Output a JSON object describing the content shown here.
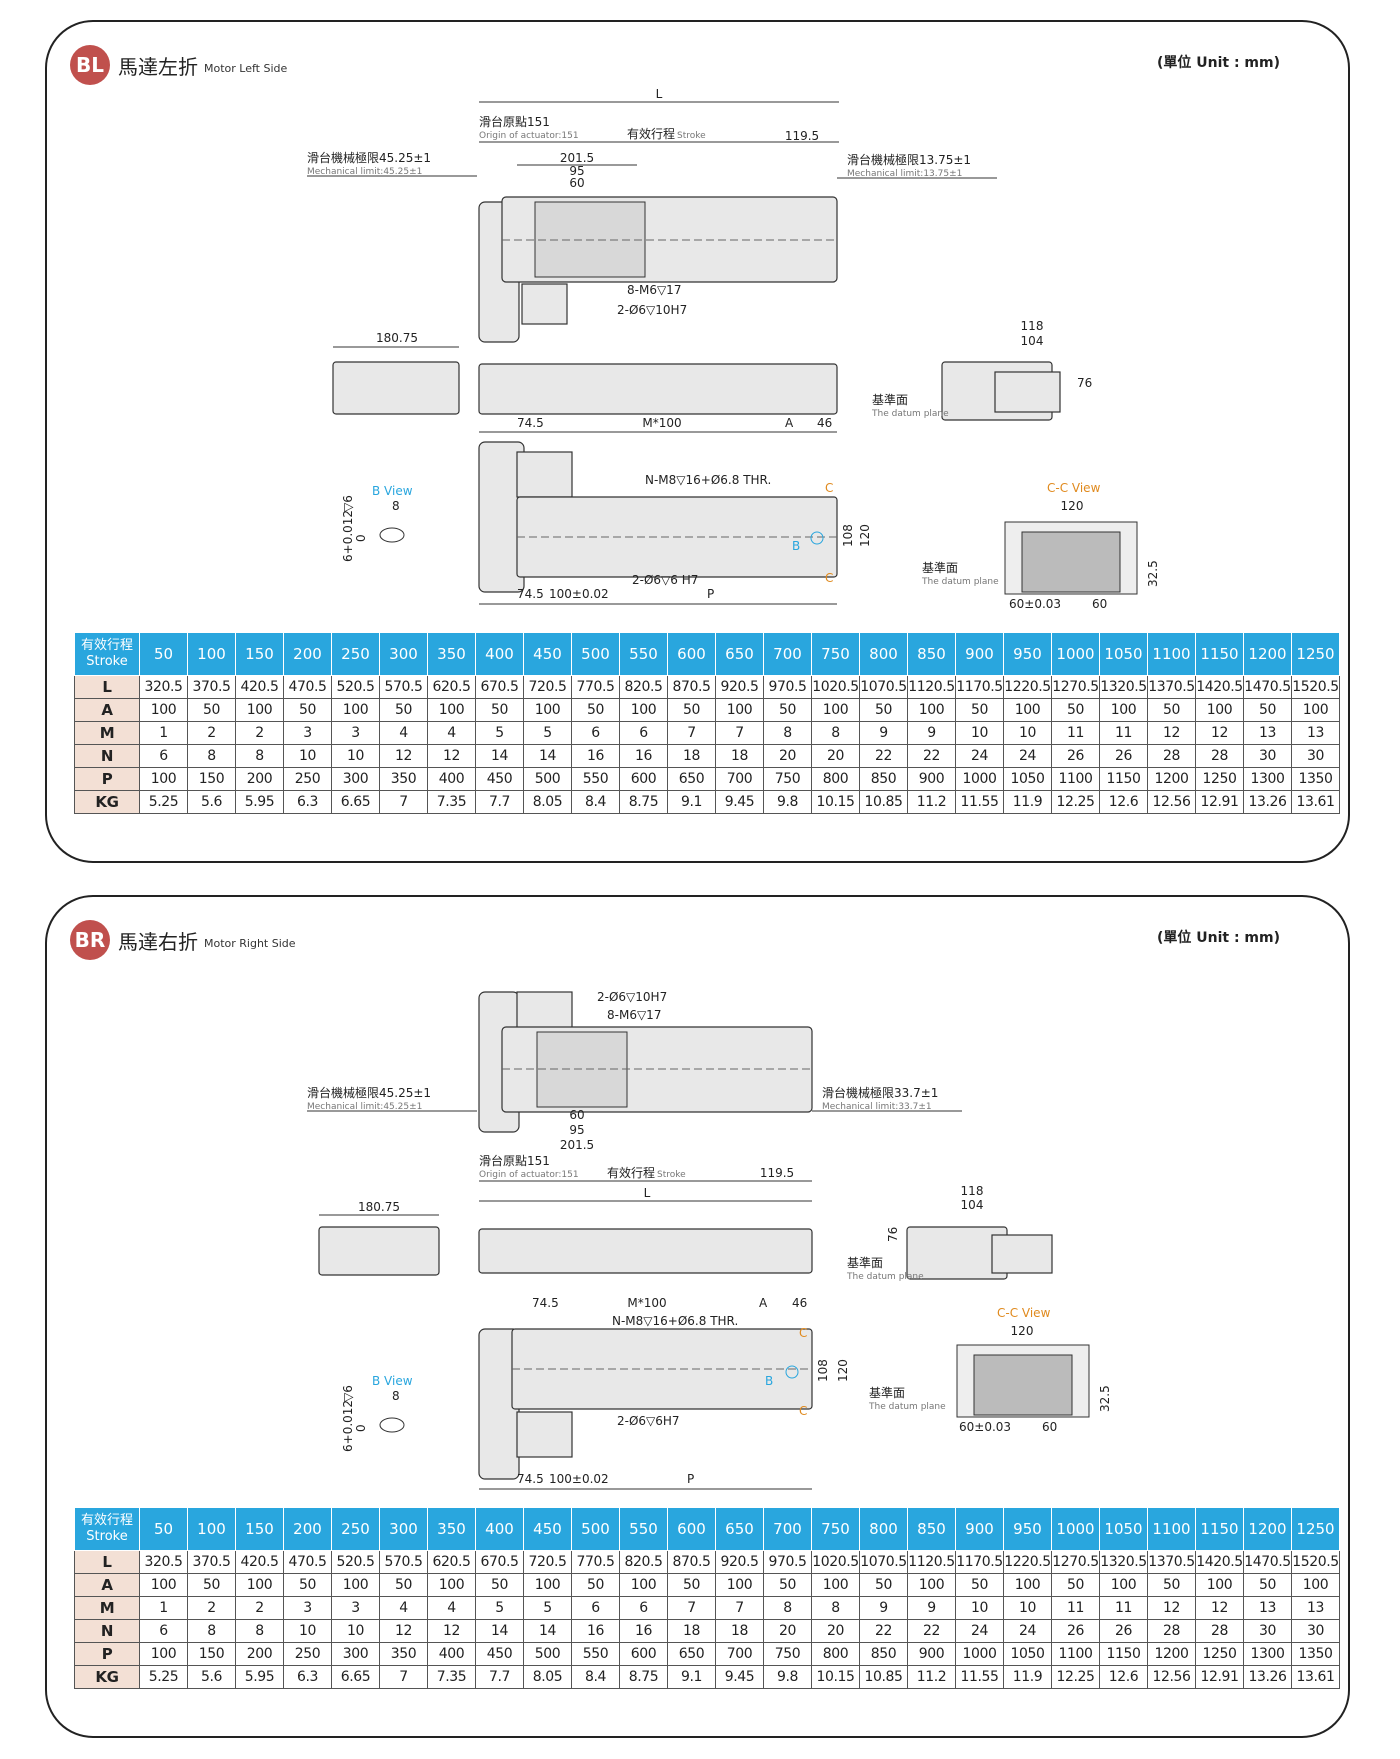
{
  "sections": [
    {
      "badge": "BL",
      "title_zh": "馬達左折",
      "title_en": "Motor Left Side",
      "unit": "(單位 Unit : mm)",
      "dims": {
        "L": "L",
        "origin_zh": "滑台原點151",
        "origin_en": "Origin of actuator:151",
        "stroke_zh": "有效行程",
        "stroke_en": "Stroke",
        "d1195": "119.5",
        "d2015": "201.5",
        "d95": "95",
        "d60": "60",
        "mech_left_zh": "滑台機械極限45.25±1",
        "mech_left_en": "Mechanical limit:45.25±1",
        "mech_right_zh": "滑台機械極限13.75±1",
        "mech_right_en": "Mechanical limit:13.75±1",
        "m6": "8-M6▽17",
        "d6h7": "2-Ø6▽10H7",
        "d18075": "180.75",
        "d118": "118",
        "d104": "104",
        "d76": "76",
        "datum_zh": "基準面",
        "datum_en": "The datum plane",
        "d745": "74.5",
        "m100": "M*100",
        "A": "A",
        "d46": "46",
        "nm8": "N-M8▽16+Ø6.8 THR.",
        "C": "C",
        "B": "B",
        "d108": "108",
        "d120": "120",
        "bview": "B View",
        "d8": "8",
        "tol": "6+0.012",
        "tol0": "0",
        "tolv": "▽6",
        "ccview": "C-C View",
        "d100": "100±0.02",
        "d6v6": "2-Ø6▽6 H7",
        "P": "P",
        "d60tol": "60±0.03",
        "d325": "32.5"
      }
    },
    {
      "badge": "BR",
      "title_zh": "馬達右折",
      "title_en": "Motor Right Side",
      "unit": "(單位 Unit : mm)",
      "dims": {
        "L": "L",
        "origin_zh": "滑台原點151",
        "origin_en": "Origin of actuator:151",
        "stroke_zh": "有效行程",
        "stroke_en": "Stroke",
        "d1195": "119.5",
        "d2015": "201.5",
        "d95": "95",
        "d60": "60",
        "mech_left_zh": "滑台機械極限45.25±1",
        "mech_left_en": "Mechanical limit:45.25±1",
        "mech_right_zh": "滑台機械極限33.7±1",
        "mech_right_en": "Mechanical limit:33.7±1",
        "m6": "8-M6▽17",
        "d6h7": "2-Ø6▽10H7",
        "d18075": "180.75",
        "d118": "118",
        "d104": "104",
        "d76": "76",
        "datum_zh": "基準面",
        "datum_en": "The datum plane",
        "d745": "74.5",
        "m100": "M*100",
        "A": "A",
        "d46": "46",
        "nm8": "N-M8▽16+Ø6.8 THR.",
        "C": "C",
        "B": "B",
        "d108": "108",
        "d120": "120",
        "bview": "B View",
        "d8": "8",
        "tol": "6+0.012",
        "tol0": "0",
        "tolv": "▽6",
        "ccview": "C-C View",
        "d100": "100±0.02",
        "d6v6": "2-Ø6▽6H7",
        "P": "P",
        "d60tol": "60±0.03",
        "d325": "32.5"
      }
    }
  ],
  "table": {
    "header_zh": "有效行程",
    "header_en": "Stroke",
    "strokes": [
      "50",
      "100",
      "150",
      "200",
      "250",
      "300",
      "350",
      "400",
      "450",
      "500",
      "550",
      "600",
      "650",
      "700",
      "750",
      "800",
      "850",
      "900",
      "950",
      "1000",
      "1050",
      "1100",
      "1150",
      "1200",
      "1250"
    ],
    "rows": [
      {
        "label": "L",
        "values": [
          "320.5",
          "370.5",
          "420.5",
          "470.5",
          "520.5",
          "570.5",
          "620.5",
          "670.5",
          "720.5",
          "770.5",
          "820.5",
          "870.5",
          "920.5",
          "970.5",
          "1020.5",
          "1070.5",
          "1120.5",
          "1170.5",
          "1220.5",
          "1270.5",
          "1320.5",
          "1370.5",
          "1420.5",
          "1470.5",
          "1520.5"
        ]
      },
      {
        "label": "A",
        "values": [
          "100",
          "50",
          "100",
          "50",
          "100",
          "50",
          "100",
          "50",
          "100",
          "50",
          "100",
          "50",
          "100",
          "50",
          "100",
          "50",
          "100",
          "50",
          "100",
          "50",
          "100",
          "50",
          "100",
          "50",
          "100"
        ]
      },
      {
        "label": "M",
        "values": [
          "1",
          "2",
          "2",
          "3",
          "3",
          "4",
          "4",
          "5",
          "5",
          "6",
          "6",
          "7",
          "7",
          "8",
          "8",
          "9",
          "9",
          "10",
          "10",
          "11",
          "11",
          "12",
          "12",
          "13",
          "13"
        ]
      },
      {
        "label": "N",
        "values": [
          "6",
          "8",
          "8",
          "10",
          "10",
          "12",
          "12",
          "14",
          "14",
          "16",
          "16",
          "18",
          "18",
          "20",
          "20",
          "22",
          "22",
          "24",
          "24",
          "26",
          "26",
          "28",
          "28",
          "30",
          "30"
        ]
      },
      {
        "label": "P",
        "values": [
          "100",
          "150",
          "200",
          "250",
          "300",
          "350",
          "400",
          "450",
          "500",
          "550",
          "600",
          "650",
          "700",
          "750",
          "800",
          "850",
          "900",
          "1000",
          "1050",
          "1100",
          "1150",
          "1200",
          "1250",
          "1300",
          "1350"
        ]
      },
      {
        "label": "KG",
        "values": [
          "5.25",
          "5.6",
          "5.95",
          "6.3",
          "6.65",
          "7",
          "7.35",
          "7.7",
          "8.05",
          "8.4",
          "8.75",
          "9.1",
          "9.45",
          "9.8",
          "10.15",
          "10.85",
          "11.2",
          "11.55",
          "11.9",
          "12.25",
          "12.6",
          "12.56",
          "12.91",
          "13.26",
          "13.61"
        ]
      }
    ]
  }
}
